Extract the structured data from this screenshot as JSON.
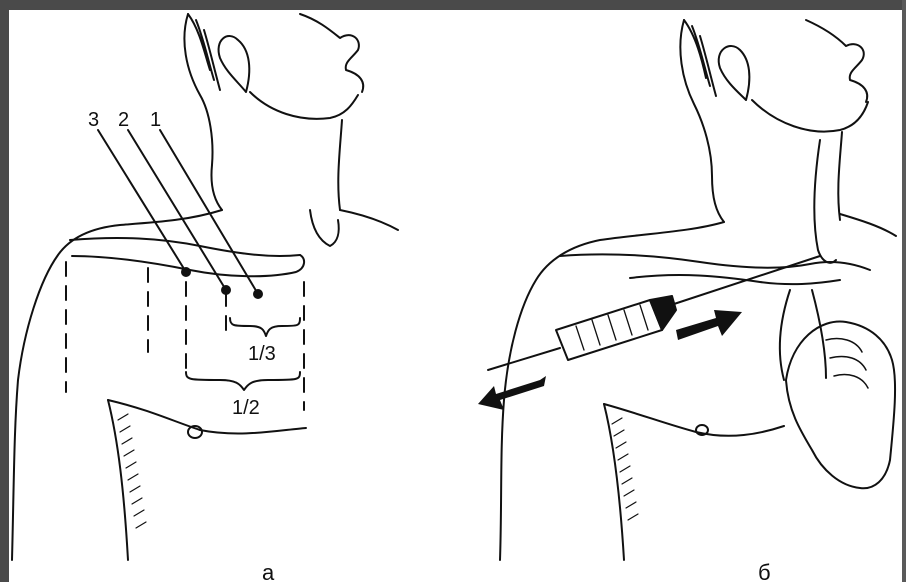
{
  "figure": {
    "left_panel": {
      "caption": "а",
      "markers": [
        "3",
        "2",
        "1"
      ],
      "fraction_small": "1/3",
      "fraction_large": "1/2"
    },
    "right_panel": {
      "caption": "б"
    }
  },
  "colors": {
    "frame": "#4a4a4a",
    "ink": "#111111",
    "background": "#ffffff"
  }
}
